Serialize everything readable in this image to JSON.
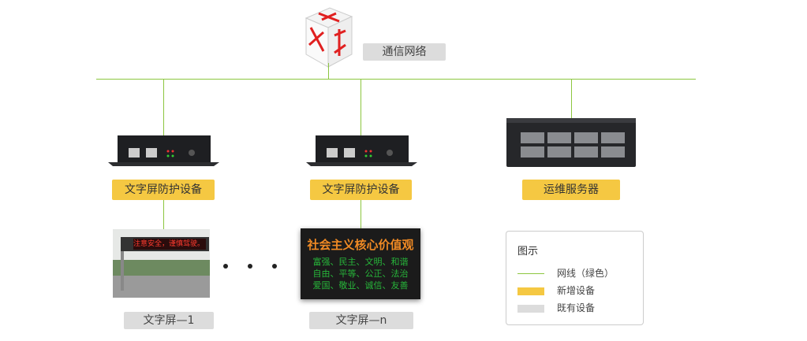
{
  "network": {
    "label": "通信网络"
  },
  "devices": [
    {
      "label": "文字屏防护设备"
    },
    {
      "label": "文字屏防护设备"
    },
    {
      "label": "运维服务器"
    }
  ],
  "screens": [
    {
      "label": "文字屏—1",
      "sign_text": "注意安全，谨慎驾驶。"
    },
    {
      "label": "文字屏—n",
      "title": "社会主义核心价值观",
      "lines": [
        "富强、民主、文明、和谐",
        "自由、平等、公正、法治",
        "爱国、敬业、诚信、友善"
      ]
    }
  ],
  "legend": {
    "title": "图示",
    "items": [
      {
        "label": "网线（绿色）",
        "color": "#8cc63f"
      },
      {
        "label": "新增设备",
        "color": "#f5c842"
      },
      {
        "label": "既有设备",
        "color": "#dcdcdc"
      }
    ]
  }
}
